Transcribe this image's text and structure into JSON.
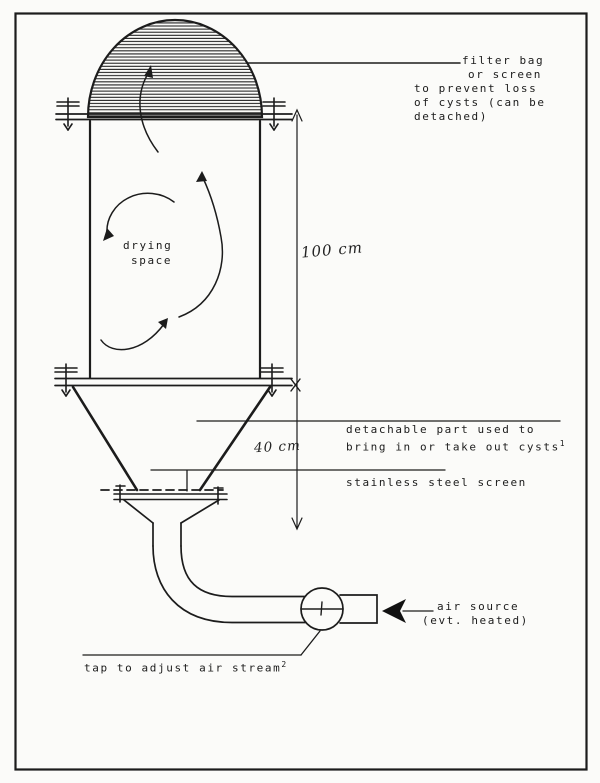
{
  "labels": {
    "filter_bag": {
      "line1": "filter bag",
      "line2": "or screen",
      "line3": "to prevent loss",
      "line4": "of cysts (can be",
      "line5": "detached)"
    },
    "drying_space": {
      "line1": "drying",
      "line2": "space"
    },
    "dimensions": {
      "height": "100 cm",
      "cone": "40 cm"
    },
    "detachable": {
      "line1": "detachable part used to",
      "line2": "bring in or take out cysts",
      "footnote": "1"
    },
    "screen": {
      "text": "stainless steel screen"
    },
    "air_source": {
      "line1": "air source",
      "line2": "(evt. heated)"
    },
    "tap": {
      "text": "tap to adjust air stream",
      "footnote": "2"
    }
  },
  "colors": {
    "ink": "#1c1c1c",
    "paper": "#fbfbf9"
  }
}
